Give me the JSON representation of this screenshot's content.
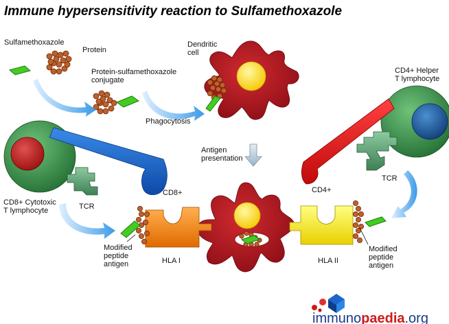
{
  "title": "Immune hypersensitivity reaction to Sulfamethoxazole",
  "labels": {
    "sulfamethoxazole": "Sulfamethoxazole",
    "protein": "Protein",
    "conjugate_1": "Protein-sulfamethoxazole",
    "conjugate_2": "conjugate",
    "dendritic_1": "Dendritic",
    "dendritic_2": "cell",
    "phagocytosis": "Phagocytosis",
    "antigen_pres_1": "Antigen",
    "antigen_pres_2": "presentation",
    "helper_1": "CD4+ Helper",
    "helper_2": "T lymphocyte",
    "tcr_right": "TCR",
    "cd4": "CD4+",
    "cd8": "CD8+",
    "cytotoxic_1": "CD8+ Cytotoxic",
    "cytotoxic_2": "T lymphocyte",
    "tcr_left": "TCR",
    "hla1": "HLA I",
    "hla2": "HLA II",
    "mod_left_1": "Modified",
    "mod_left_2": "peptide",
    "mod_left_3": "antigen",
    "mod_right_1": "Modified",
    "mod_right_2": "peptide",
    "mod_right_3": "antigen"
  },
  "logo": {
    "part1": "immuno",
    "part2": "paedia",
    "part3": ".org"
  },
  "colors": {
    "drug": "#44cc22",
    "protein": "#c0602a",
    "dendritic": "#b0141c",
    "nucleus": "#ffd700",
    "helper_cell": "#2a7a3a",
    "helper_nucleus": "#1a5ea0",
    "cytotoxic_cell": "#2a7a3a",
    "cytotoxic_nucleus": "#c01a1a",
    "cd8": "#1a66cc",
    "cd4": "#e01a1a",
    "tcr": "#5a9a70",
    "hla1": "#f08a1a",
    "hla2": "#ffee00",
    "arrow": "#6ab6f0",
    "logo_blue": "#1a3a8a",
    "logo_red": "#d01a1a"
  }
}
